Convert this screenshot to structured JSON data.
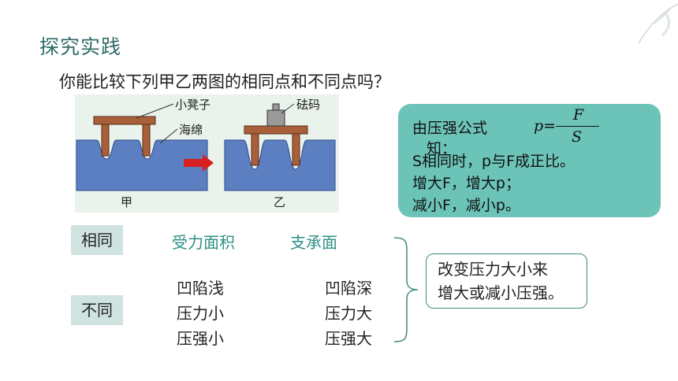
{
  "title": "探究实践",
  "question": "你能比较下列甲乙两图的相同点和不同点吗？",
  "figure": {
    "label_stool": "小凳子",
    "label_sponge": "海绵",
    "label_weight": "砝码",
    "label_jia": "甲",
    "label_yi": "乙"
  },
  "info_box": {
    "line1_text": "由压强公式",
    "formula_p": "p=",
    "formula_num": "F",
    "formula_den": "S",
    "line1b": "知：",
    "line2": "S相同时，p与F成正比。",
    "line3": "增大F，增大p；",
    "line4": "减小F，减小p。"
  },
  "same": {
    "label": "相同",
    "item1": "受力面积",
    "item2": "支承面"
  },
  "different": {
    "label": "不同",
    "left": [
      "凹陷浅",
      "压力小",
      "压强小"
    ],
    "right": [
      "凹陷深",
      "压力大",
      "压强大"
    ]
  },
  "conclusion": {
    "line1": "改变压力大小来",
    "line2": "增大或减小压强。"
  },
  "colors": {
    "accent_teal": "#6cc3b8",
    "title_color": "#2f6b66",
    "green_text": "#2f8f85",
    "tag_bg": "#cfe3e1"
  }
}
